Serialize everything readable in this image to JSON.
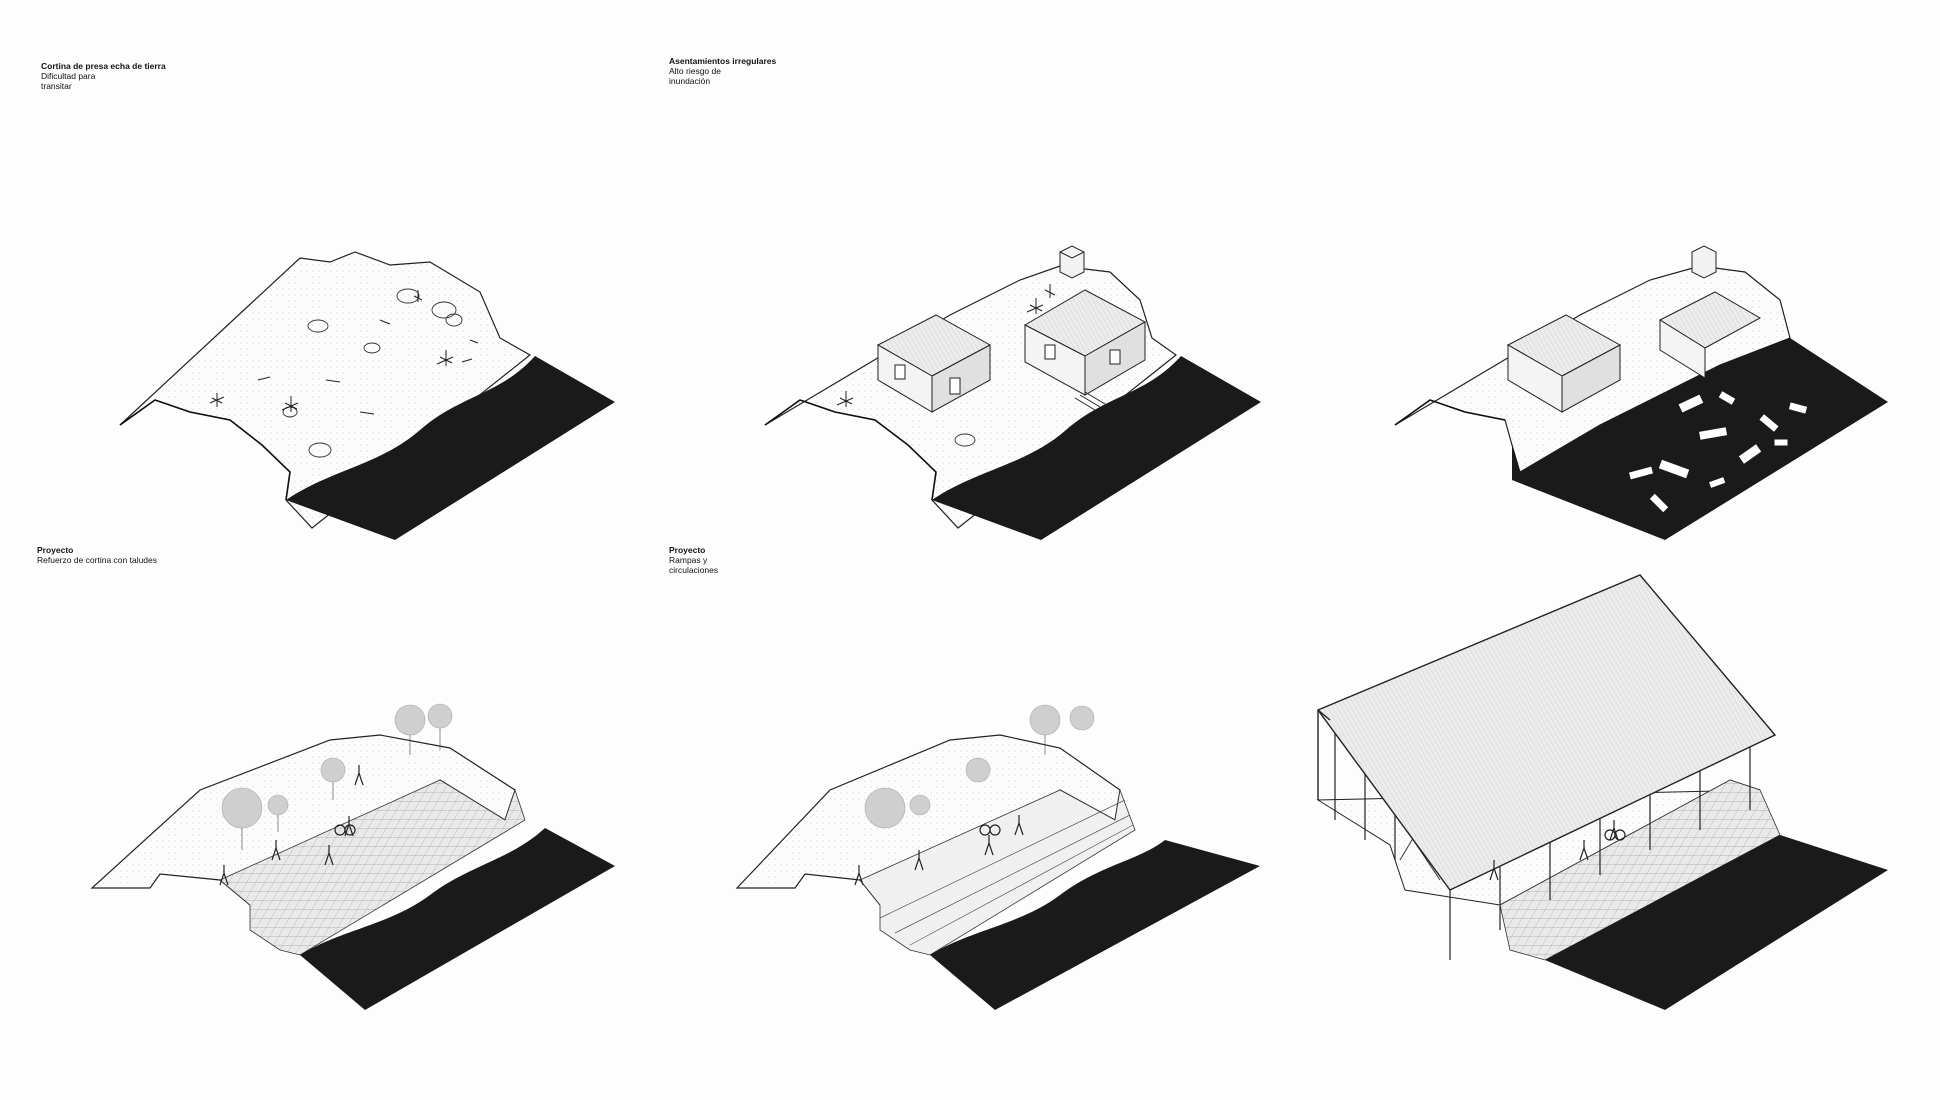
{
  "colors": {
    "background": "#fdfdfd",
    "water": "#1a1a1a",
    "ink": "#111111",
    "tint": "#d6d6d6",
    "roof": "#e4e4e4"
  },
  "panels": [
    {
      "title": "Cortina de presa echa de tierra",
      "subtitle": "Dificultad para\ntransitar"
    },
    {
      "title": "Asentamientos irregulares",
      "subtitle": "Alto riesgo de\ninundación"
    },
    {
      "title": "",
      "subtitle": ""
    },
    {
      "title": "Proyecto",
      "subtitle": "Refuerzo de cortina con taludes"
    },
    {
      "title": "Proyecto",
      "subtitle": "Rampas y\ncirculaciones"
    },
    {
      "title": "",
      "subtitle": ""
    }
  ]
}
